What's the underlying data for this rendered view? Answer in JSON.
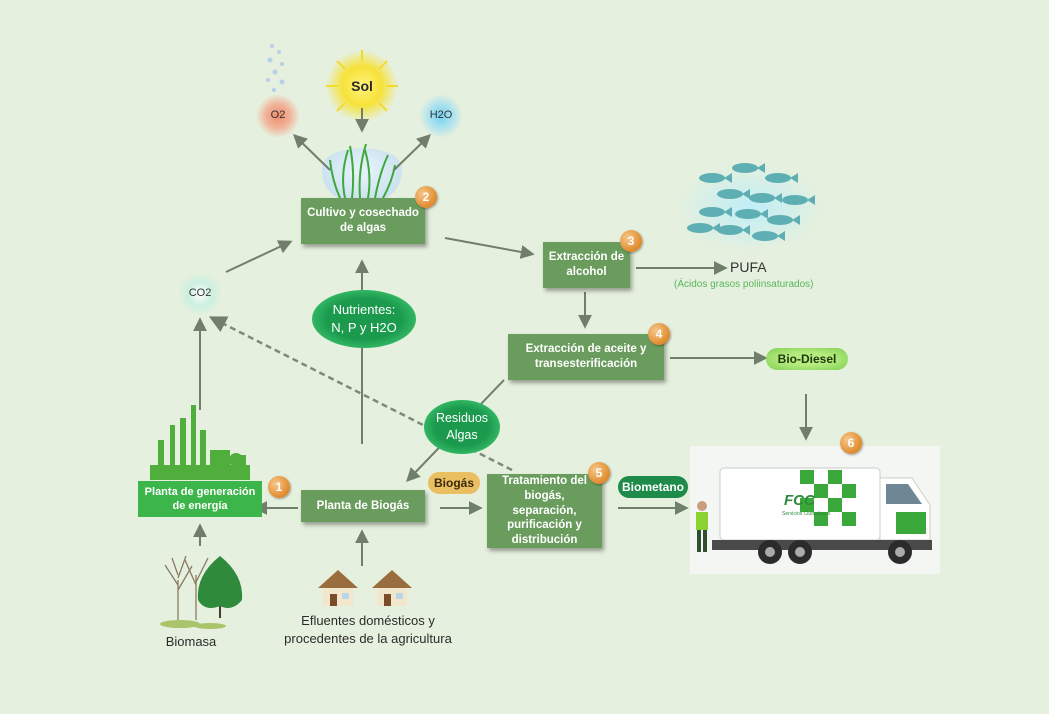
{
  "steps": {
    "planta_energia": {
      "label": "Planta de generación de energía",
      "badge": "1"
    },
    "cultivo": {
      "label": "Cultivo y cosechado de algas",
      "badge": "2"
    },
    "extraccion_alcohol": {
      "label": "Extracción de alcohol",
      "badge": "3"
    },
    "extraccion_aceite": {
      "label": "Extracción de aceite y transesterificación",
      "badge": "4"
    },
    "tratamiento": {
      "label": "Tratamiento del biogás, separación, purificación y distribución",
      "badge": "5"
    },
    "camion": {
      "badge": "6"
    },
    "planta_biogas": {
      "label": "Planta de Biogás"
    }
  },
  "nodes": {
    "sol": "Sol",
    "o2": "O2",
    "h2o": "H2O",
    "co2": "CO2",
    "nutrientes_title": "Nutrientes:",
    "nutrientes_sub": "N, P y H2O",
    "residuos_title": "Residuos",
    "residuos_sub": "Algas",
    "pufa": "PUFA",
    "pufa_sub": "(Ácidos grasos poliinsaturados)",
    "biodiesel": "Bio-Diesel",
    "biogas": "Biogás",
    "biometano": "Biometano",
    "biomasa": "Biomasa",
    "efluentes": "Efluentes domésticos y procedentes de la agricultura"
  },
  "truck": {
    "logo": "FCC",
    "logo_sub": "Servicios Ciudadanos"
  },
  "colors": {
    "background": "#e6f0de",
    "box": "#6a9c5d",
    "arrow": "#6f7f6a",
    "badge": "#e08a2c",
    "oval_green": "#1b9a4e",
    "biogas_pill": "#e9bf62",
    "biometano_pill": "#1e8b4a",
    "biodiesel_pill": "#8fd46a",
    "pufa_sub": "#57b85a"
  }
}
